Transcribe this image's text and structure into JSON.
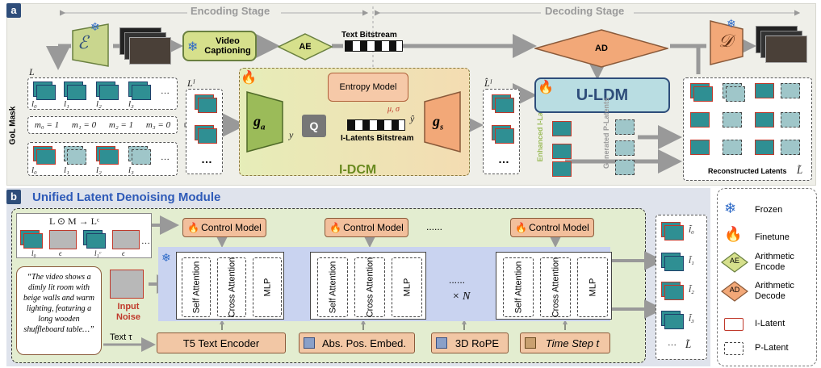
{
  "panel_a": {
    "tag": "a",
    "encoding_stage": "Encoding Stage",
    "decoding_stage": "Decoding Stage",
    "video_captioning": "Video Captioning",
    "ae": "AE",
    "ad": "AD",
    "text_bitstream": "Text Bitstream",
    "entropy_model": "Entropy Model",
    "q": "Q",
    "ga": "g",
    "ga_sub": "a",
    "gs": "g",
    "gs_sub": "s",
    "y": "y",
    "y_hat": "ŷ",
    "mu_sigma": "μ, σ",
    "i_latents_bitstream": "I-Latents Bitstream",
    "idcm": "I-DCM",
    "uldm": "U-LDM",
    "enhanced_i_latents": "Enhanced I-Latents",
    "generated_p_latents": "Generated P-Latents",
    "reconstructed_latents": "Reconstructed Latents",
    "L_tilde": "L̃",
    "L": "L",
    "L_I": "Lᴵ",
    "L_hat": "L̂ᴵ",
    "gol_mask": "GoL Mask",
    "enc": "ℰ",
    "dec": "𝒟",
    "l_labels": [
      "l₀",
      "l₁",
      "l₂",
      "l₃"
    ],
    "mask_values": [
      "m₀ = 1",
      "m₁ = 0",
      "m₂ = 1",
      "m₃ = 0"
    ],
    "dots": "…"
  },
  "panel_b": {
    "tag": "b",
    "title": "Unified Latent Denoising Module",
    "formula": "L ⊙ M → Lᶜ",
    "epsilon": "ϵ",
    "control_model": "Control Model",
    "self_attention": "Self Attention",
    "cross_attention": "Cross Attention",
    "mlp": "MLP",
    "times_n": "× N",
    "dots": "......",
    "caption_text": "“The video shows a dimly lit room with beige walls and warm lighting, featuring a long wooden shuffleboard table…”",
    "input_noise": "Input Noise",
    "text_tau": "Text τ",
    "t5": "T5 Text Encoder",
    "abs_pos": "Abs. Pos. Embed.",
    "rope": "3D RoPE",
    "time_step": "Time Step t",
    "out_labels": [
      "l̃₀",
      "l̃₁",
      "l̃₂",
      "l̃₃"
    ],
    "out_L": "L̃",
    "in_labels": [
      "l₀",
      "l₁ᶜ"
    ]
  },
  "legend": {
    "frozen": "Frozen",
    "finetune": "Finetune",
    "ae_label": "AE",
    "arith_encode": "Arithmetic Encode",
    "ad_label": "AD",
    "arith_decode": "Arithmetic Decode",
    "i_latent": "I-Latent",
    "p_latent": "P-Latent"
  },
  "colors": {
    "dark_blue": "#2e4d7a",
    "orange": "#f2a878",
    "green": "#c9d68e",
    "teal": "#2f8f93",
    "flame": "#e34a1c"
  }
}
